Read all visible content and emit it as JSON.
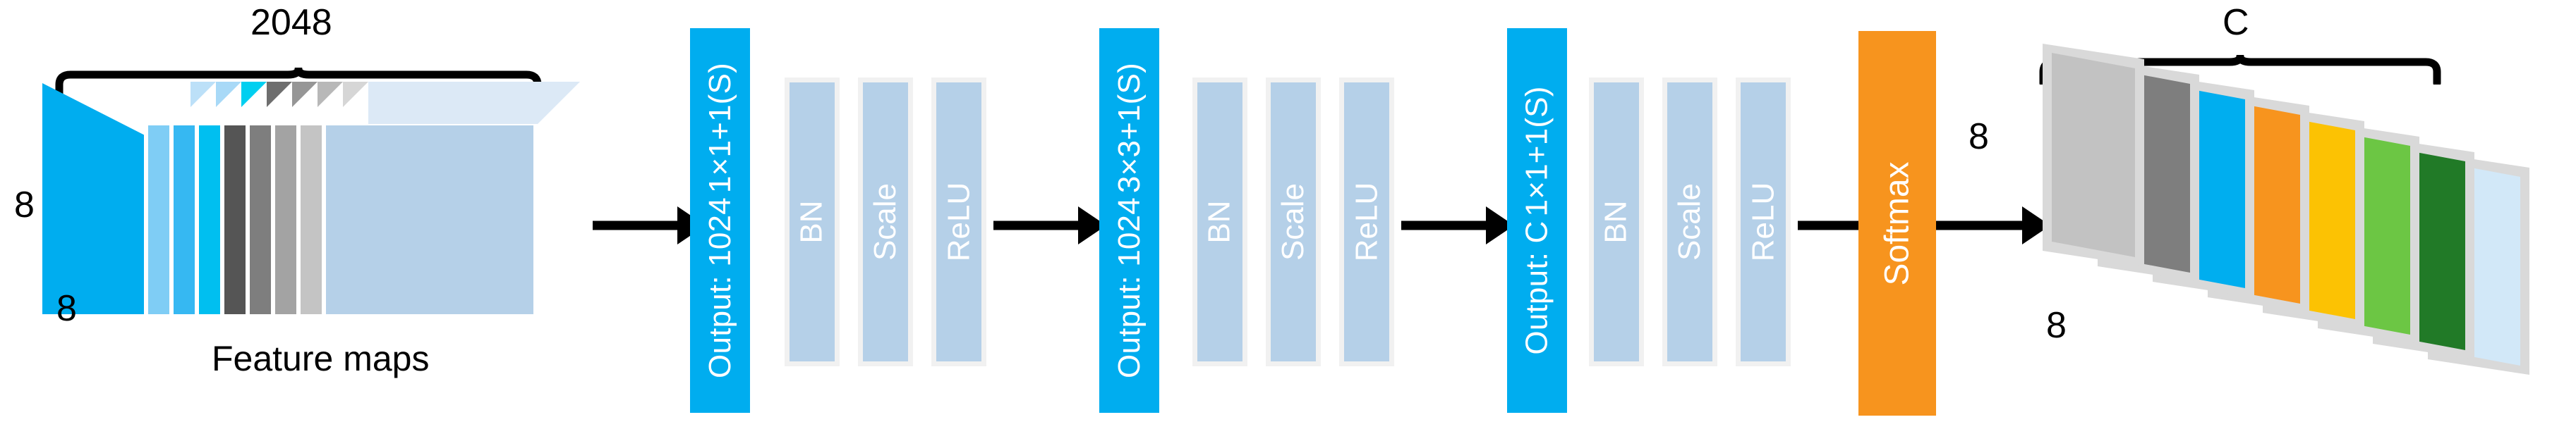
{
  "diagram": {
    "title": "CNN head architecture block diagram",
    "background": "#ffffff"
  },
  "input": {
    "top_label": "2048",
    "height_label": "8",
    "depth_label": "8",
    "caption": "Feature maps",
    "slab_front_color": "#00ADEF",
    "slab_body_color": "#B5D0E8",
    "slab_top_color": "#DCE9F6",
    "slice_colors": [
      "#00ADEF",
      "#7FCDF5",
      "#36B8F2",
      "#00BFF0",
      "#555555",
      "#7E7E7E",
      "#A3A3A3",
      "#C4C4C4",
      "#B5D0E8"
    ],
    "slice_top_colors": [
      "#00ADEF",
      "#BCE0F8",
      "#A8D9F7",
      "#00CFF0",
      "#6E6E6E",
      "#969696",
      "#B8B8B8",
      "#D6D6D6",
      "#DCE9F6"
    ]
  },
  "stages": [
    {
      "id": "stage-1",
      "conv": {
        "kernel": "1×1+1(S)",
        "output": "Output: 1024",
        "color": "#00ADEF"
      },
      "aux": [
        {
          "id": "bn",
          "label": "BN"
        },
        {
          "id": "scale",
          "label": "Scale"
        },
        {
          "id": "relu",
          "label": "ReLU"
        }
      ]
    },
    {
      "id": "stage-2",
      "conv": {
        "kernel": "3×3+1(S)",
        "output": "Output: 1024",
        "color": "#00ADEF"
      },
      "aux": [
        {
          "id": "bn",
          "label": "BN"
        },
        {
          "id": "scale",
          "label": "Scale"
        },
        {
          "id": "relu",
          "label": "ReLU"
        }
      ]
    },
    {
      "id": "stage-3",
      "conv": {
        "kernel": "1×1+1(S)",
        "output": "Output: C",
        "color": "#00ADEF"
      },
      "aux": [
        {
          "id": "bn",
          "label": "BN"
        },
        {
          "id": "scale",
          "label": "Scale"
        },
        {
          "id": "relu",
          "label": "ReLU"
        }
      ]
    }
  ],
  "softmax": {
    "label": "Softmax",
    "color": "#F7941E"
  },
  "output": {
    "top_label": "C",
    "height_label": "8",
    "depth_label": "8",
    "plane_colors": [
      "#C2C2C2",
      "#7E7E7E",
      "#00AEEF",
      "#F7941E",
      "#FCC203",
      "#6CC644",
      "#217A27",
      "#D2E8F8"
    ],
    "plane_edge_color": "#D9D9D9"
  },
  "colors": {
    "conv_blue": "#00ADEF",
    "aux_blue": "#B5D0E8",
    "aux_border": "#F1F1F1",
    "softmax_orange": "#F7941E",
    "ink": "#000000",
    "white": "#ffffff"
  }
}
